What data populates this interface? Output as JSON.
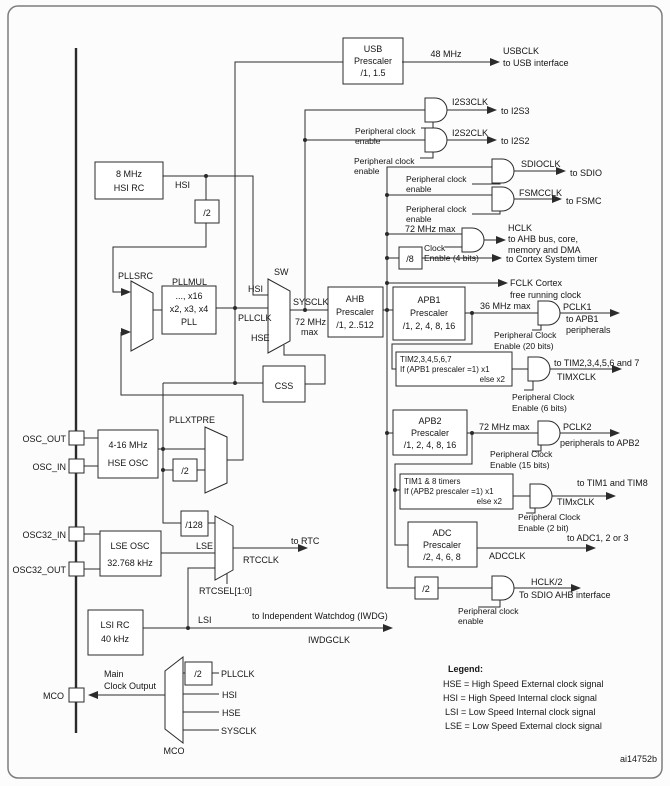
{
  "diagram": {
    "title_hidden": "STM32 clock tree",
    "colors": {
      "line": "#2b2b2b",
      "text": "#161616",
      "bg": "#fcfcfc",
      "border": "#7d7d7d"
    },
    "t": {
      "usb1": "USB",
      "presc": "Prescaler",
      "usb3": "/1, 1.5",
      "f48": "48 MHz",
      "usbclk": "USBCLK",
      "tousb": "to USB interface",
      "i2s3clk": "I2S3CLK",
      "toi2s3": "to I2S3",
      "i2s2clk": "I2S2CLK",
      "toi2s2": "to I2S2",
      "perclk": "Peripheral clock",
      "en": "enable",
      "sdioclk": "SDIOCLK",
      "tosdio": "to SDIO",
      "fsmcclk": "FSMCCLK",
      "tofsmc": "to FSMC",
      "m72": "72 MHz max",
      "clock": "Clock",
      "en4": "Enable (4 bits)",
      "hclk": "HCLK",
      "ahbbus": "to AHB bus, core,",
      "memdma": "memory and DMA",
      "d8": "/8",
      "cortex": "to Cortex System timer",
      "fclk1": "FCLK Cortex",
      "fclk2": "free running clock",
      "hsi1": "8 MHz",
      "hsi2": "HSI RC",
      "hsi": "HSI",
      "d2": "/2",
      "pllsrc": "PLLSRC",
      "pllmul": "PLLMUL",
      "pll1": "..., x16",
      "pll2": "x2, x3, x4",
      "pll3": "PLL",
      "sw": "SW",
      "pllclk": "PLLCLK",
      "hse": "HSE",
      "sysclk": "SYSCLK",
      "m72b": "72 MHz",
      "max": "max",
      "ahb1": "AHB",
      "ahb3": "/1, 2..512",
      "apb1": "APB1",
      "apb2": "APB2",
      "r116": "/1, 2, 4, 8, 16",
      "m36": "36 MHz max",
      "pclk1": "PCLK1",
      "toapb1": "to APB1",
      "periph": "peripherals",
      "perclkC": "Peripheral Clock",
      "en20": "Enable (20 bits)",
      "tim27a": "TIM2,3,4,5,6,7",
      "tim27b": "If (APB1 prescaler =1) x1",
      "tim27c": "else x2",
      "totim27": "to TIM2,3,4,5,6 and 7",
      "timxclkU": "TIMXCLK",
      "en6": "Enable (6 bits)",
      "pclk2": "PCLK2",
      "papb2": "peripherals to APB2",
      "en15": "Enable (15 bits)",
      "tim18a": "TIM1 & 8 timers",
      "tim18b": "If (APB2 prescaler =1) x1",
      "tim18c": "else x2",
      "totim18": "to TIM1 and TIM8",
      "timxclkL": "TIMxCLK",
      "en2": "Enable (2 bit)",
      "adc": "ADC",
      "adcr": "/2, 4, 6, 8",
      "adcclk": "ADCCLK",
      "toadc": "to ADC1, 2 or 3",
      "hclk2": "HCLK/2",
      "tosdioahb": "To SDIO AHB interface",
      "css": "CSS",
      "xtpre": "PLLXTPRE",
      "hseosc1": "4-16 MHz",
      "hseosc2": "HSE OSC",
      "oscout": "OSC_OUT",
      "oscin": "OSC_IN",
      "osc32in": "OSC32_IN",
      "osc32out": "OSC32_OUT",
      "d128": "/128",
      "lse1": "LSE OSC",
      "lse2": "32.768 kHz",
      "lse": "LSE",
      "tortc": "to RTC",
      "rtcclk": "RTCCLK",
      "rtcsel": "RTCSEL[1:0]",
      "lsi1": "LSI RC",
      "lsi2": "40 kHz",
      "lsi": "LSI",
      "toiwdg": "to Independent Watchdog (IWDG)",
      "iwdgclk": "IWDGCLK",
      "mco": "MCO",
      "main": "Main",
      "clkout": "Clock Output",
      "leg0": "Legend:",
      "leg1": "HSE = High Speed External clock signal",
      "leg2": "HSI = High Speed Internal clock signal",
      "leg3": "LSI = Low Speed Internal clock signal",
      "leg4": "LSE = Low Speed External clock signal",
      "figid": "ai14752b"
    }
  }
}
